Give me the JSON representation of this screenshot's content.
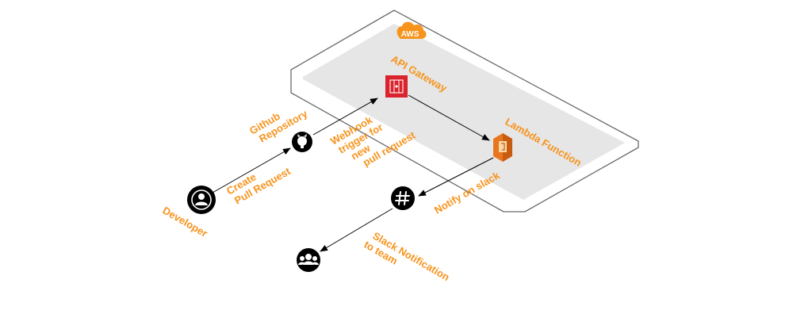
{
  "colors": {
    "accent": "#f7941d",
    "platform_fill": "#e6e6e6",
    "platform_border": "#6b6b6b",
    "api_gateway": "#d9232d",
    "lambda": "#e8761e",
    "icon_dark": "#000000"
  },
  "cloud": {
    "label": "AWS",
    "icon": "aws-cloud-icon"
  },
  "nodes": {
    "developer": {
      "label": "Developer",
      "icon": "user-icon"
    },
    "github": {
      "label_lines": [
        "Github",
        "Repository"
      ],
      "icon": "github-icon"
    },
    "api_gateway": {
      "label": "API Gateway",
      "icon": "api-gateway-icon"
    },
    "lambda": {
      "label": "Lambda Function",
      "icon": "lambda-icon"
    },
    "slack": {
      "icon": "slack-hash-icon"
    },
    "team": {
      "icon": "team-icon"
    }
  },
  "edges": {
    "create_pr": {
      "label_lines": [
        "Create",
        "Pull Request"
      ]
    },
    "webhook": {
      "label_lines": [
        "Webhook",
        "trigger for",
        "new",
        "pull request"
      ]
    },
    "notify": {
      "label": "Notify on slack"
    },
    "slack_team": {
      "label_lines": [
        "Slack Notification",
        "to team"
      ]
    }
  }
}
